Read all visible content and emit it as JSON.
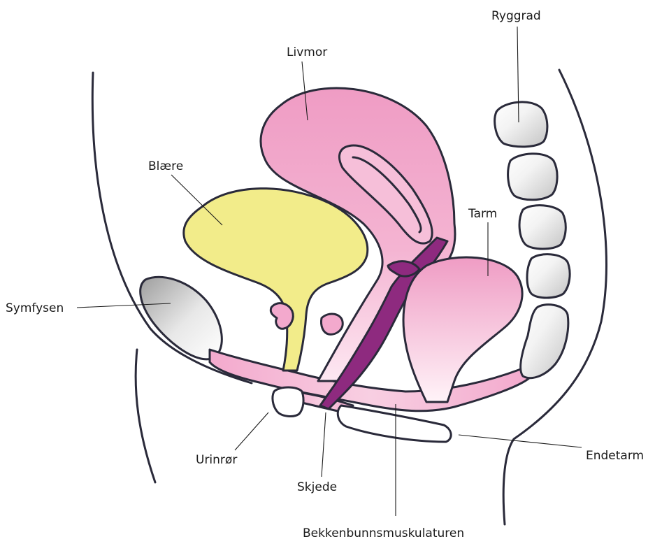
{
  "labels": {
    "ryggrad": "Ryggrad",
    "livmor": "Livmor",
    "blaere": "Blære",
    "tarm": "Tarm",
    "symfysen": "Symfysen",
    "urinror": "Urinrør",
    "skjede": "Skjede",
    "endetarm": "Endetarm",
    "bekkenbunn": "Bekkenbunnsmuskulaturen"
  },
  "colors": {
    "bladder": "#f2ec8a",
    "uterus_top": "#ef9cc4",
    "uterus_bottom": "#fbe3ef",
    "vagina": "#8e2a7f",
    "bone_light": "#f4f4f4",
    "bone_dark": "#b9b9b9",
    "outline": "#2a2a3a"
  }
}
